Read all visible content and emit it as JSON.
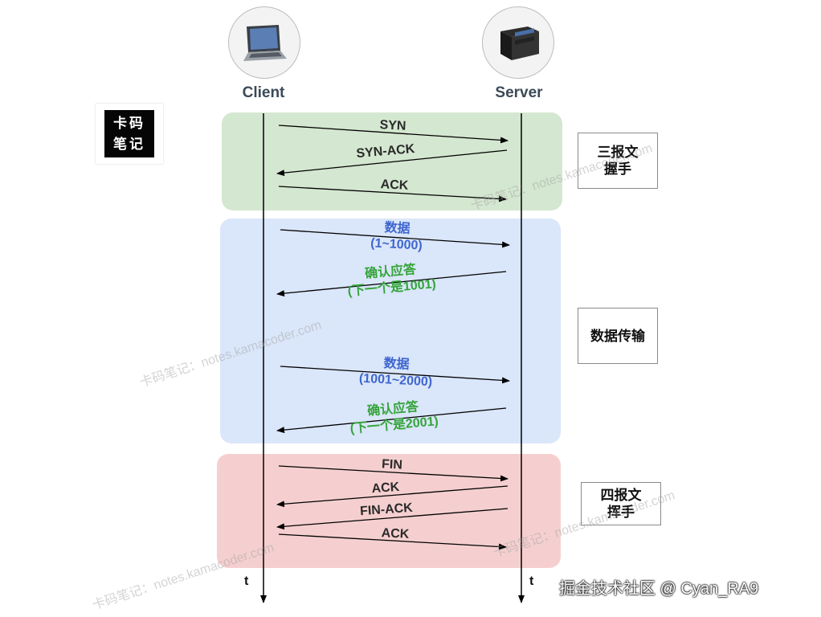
{
  "actors": {
    "client": {
      "label": "Client",
      "icon": "laptop-icon"
    },
    "server": {
      "label": "Server",
      "icon": "server-icon"
    }
  },
  "logo": {
    "line1": "卡码",
    "line2": "笔记"
  },
  "phases": {
    "handshake": {
      "label_line1": "三报文",
      "label_line2": "握手",
      "color": "#d4e7d0"
    },
    "transfer": {
      "label": "数据传输",
      "color": "#dae6f9"
    },
    "teardown": {
      "label_line1": "四报文",
      "label_line2": "挥手",
      "color": "#f5cfcf"
    }
  },
  "messages": {
    "syn": "SYN",
    "syn_ack": "SYN-ACK",
    "ack1": "ACK",
    "data1_line1": "数据",
    "data1_line2": "(1~1000)",
    "reply1_line1": "确认应答",
    "reply1_line2": "(下一个是1001)",
    "data2_line1": "数据",
    "data2_line2": "(1001~2000)",
    "reply2_line1": "确认应答",
    "reply2_line2": "(下一个是2001)",
    "fin": "FIN",
    "ack2": "ACK",
    "fin_ack": "FIN-ACK",
    "ack3": "ACK"
  },
  "timeline": {
    "client_t": "t",
    "server_t": "t"
  },
  "watermark": "卡码笔记：notes.kamacoder.com",
  "credit": "掘金技术社区 @ Cyan_RA9",
  "colors": {
    "data_text": "#3f66cf",
    "ack_text": "#34a43a"
  }
}
